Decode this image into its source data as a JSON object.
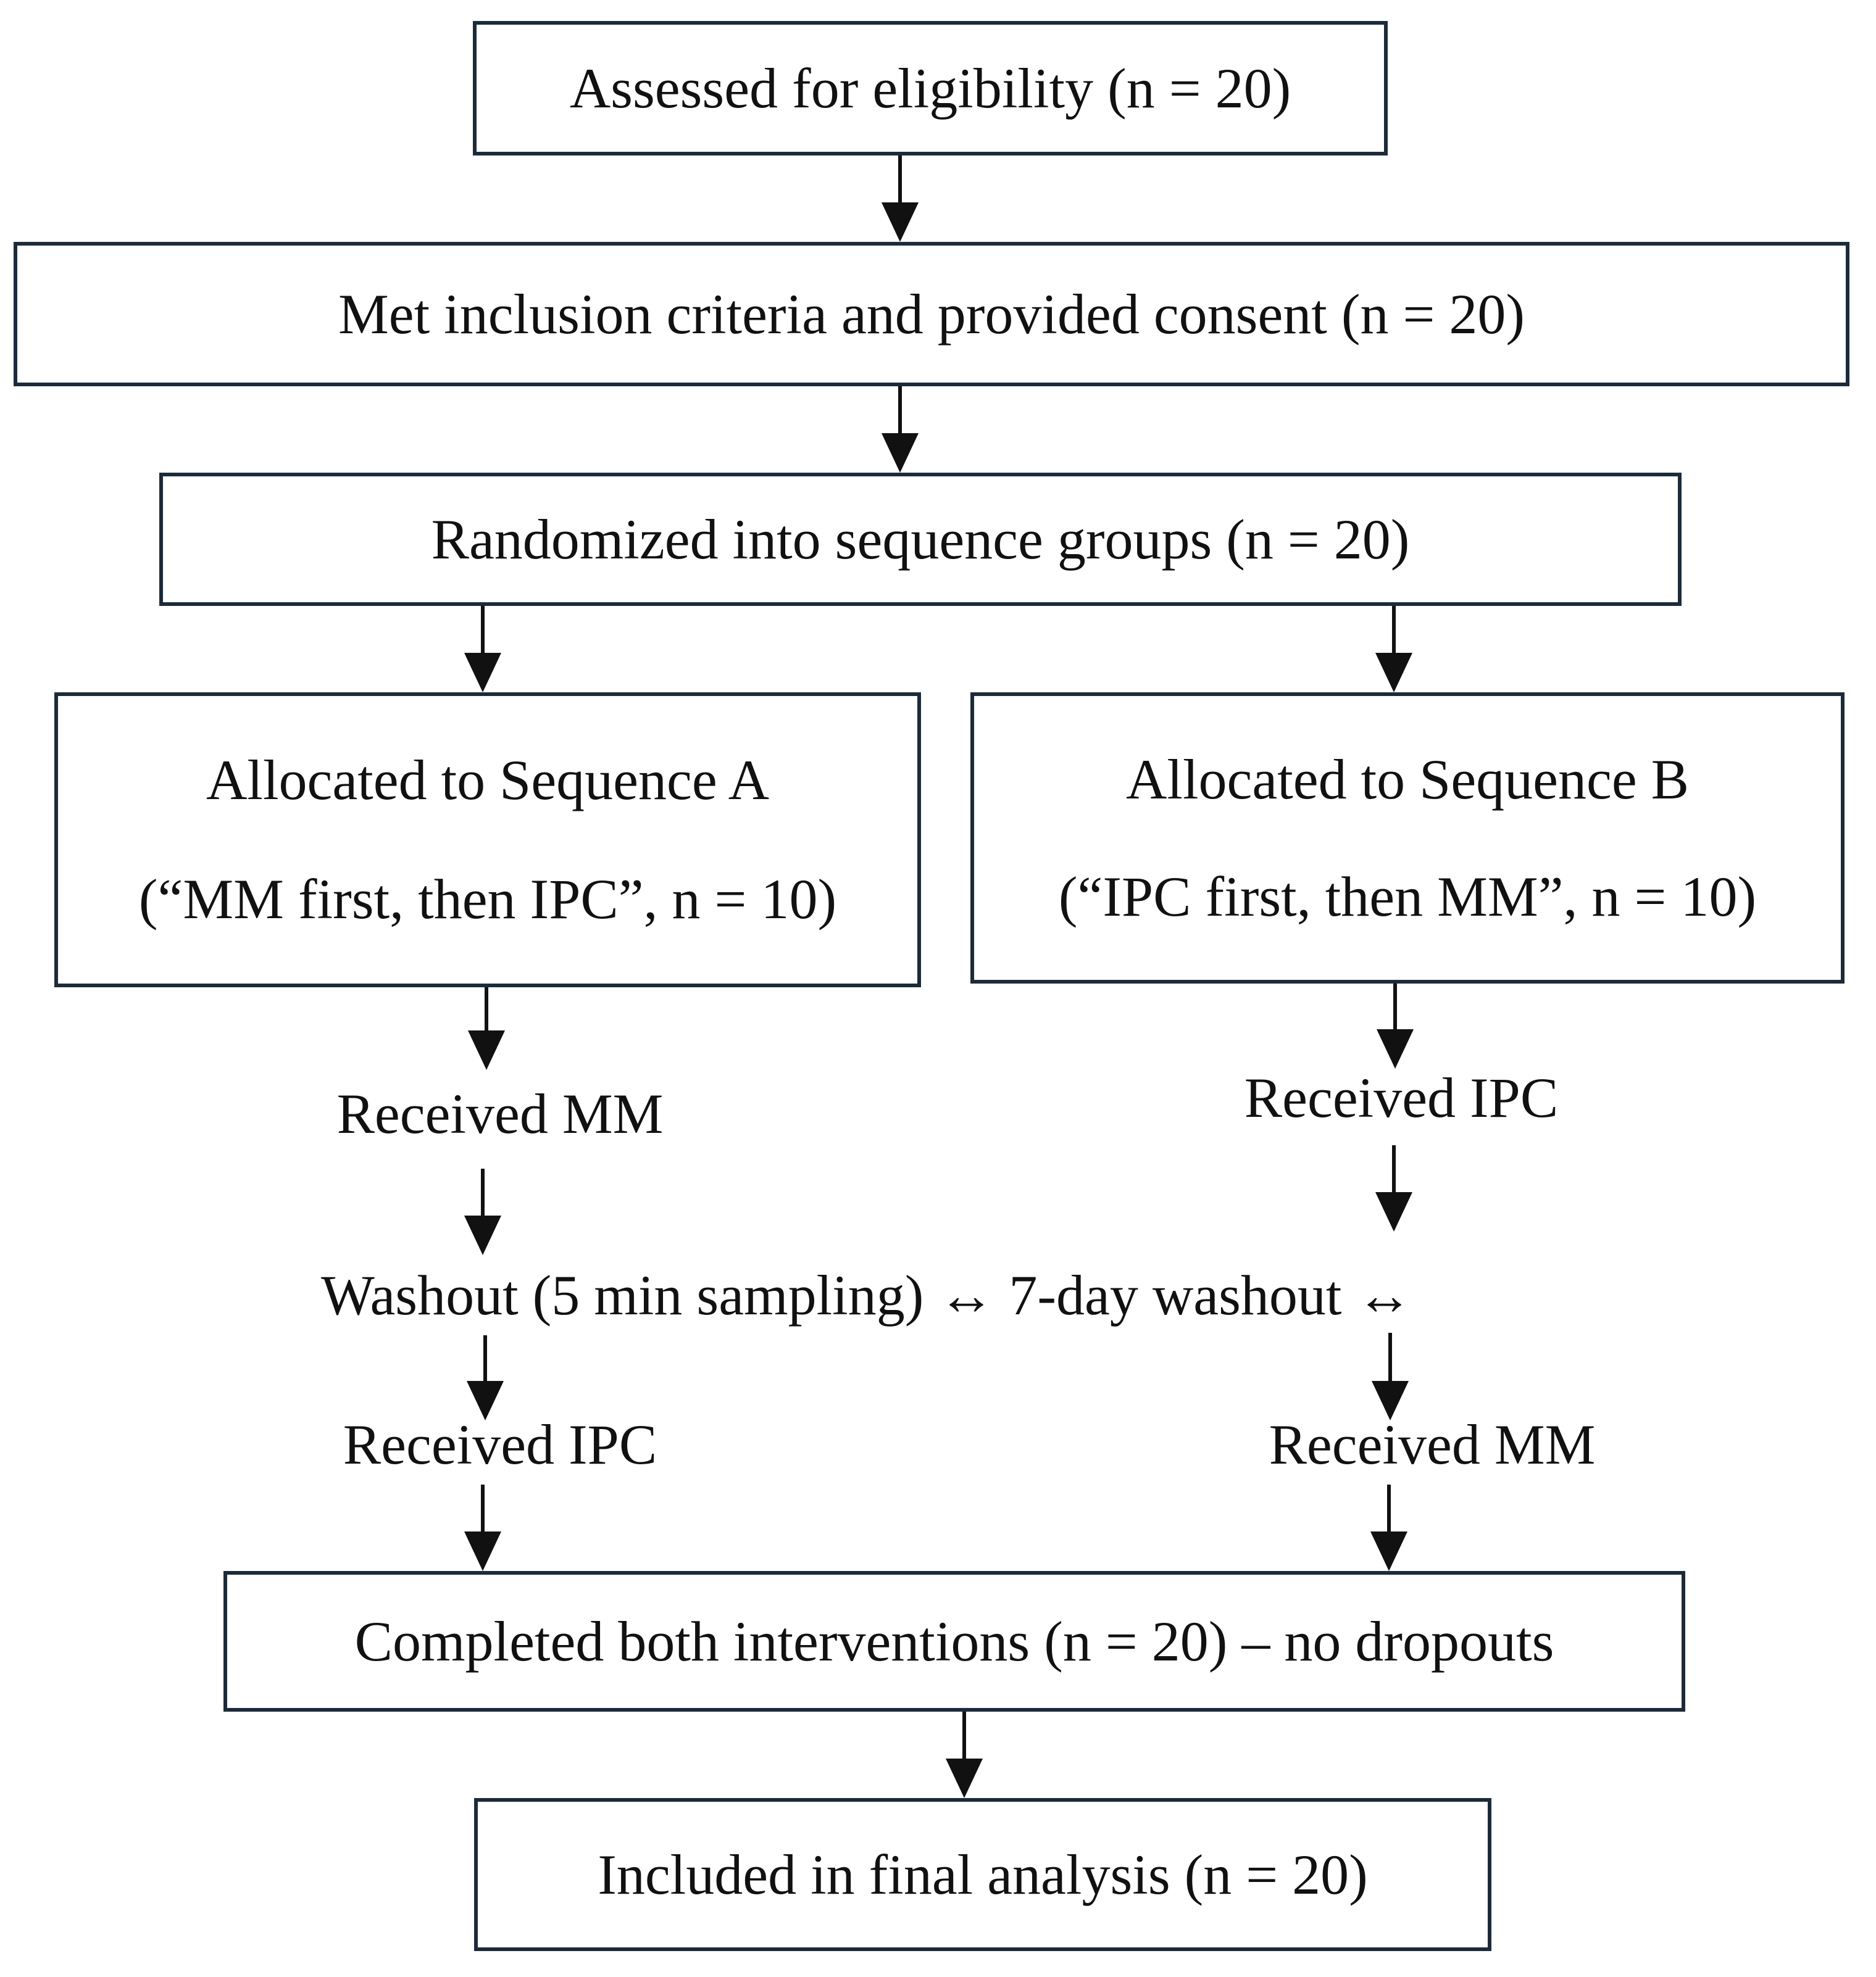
{
  "diagram": {
    "nodes": {
      "assessed": "Assessed for eligibility (n = 20)",
      "met_inclusion": "Met inclusion criteria and provided consent (n = 20)",
      "randomized": "Randomized into sequence groups (n = 20)",
      "seq_a_title": "Allocated to Sequence A",
      "seq_a_detail": "(“MM first, then IPC”, n = 10)",
      "seq_b_title": "Allocated to Sequence B",
      "seq_b_detail": "(“IPC first, then MM”, n = 10)",
      "a_received_mm": "Received MM",
      "b_received_ipc": "Received IPC",
      "washout": "Washout (5 min sampling) ↔ 7-day washout ↔",
      "a_received_ipc": "Received IPC",
      "b_received_mm": "Received MM",
      "completed": "Completed both interventions (n = 20) – no dropouts",
      "included": "Included in final analysis (n = 20)"
    }
  }
}
